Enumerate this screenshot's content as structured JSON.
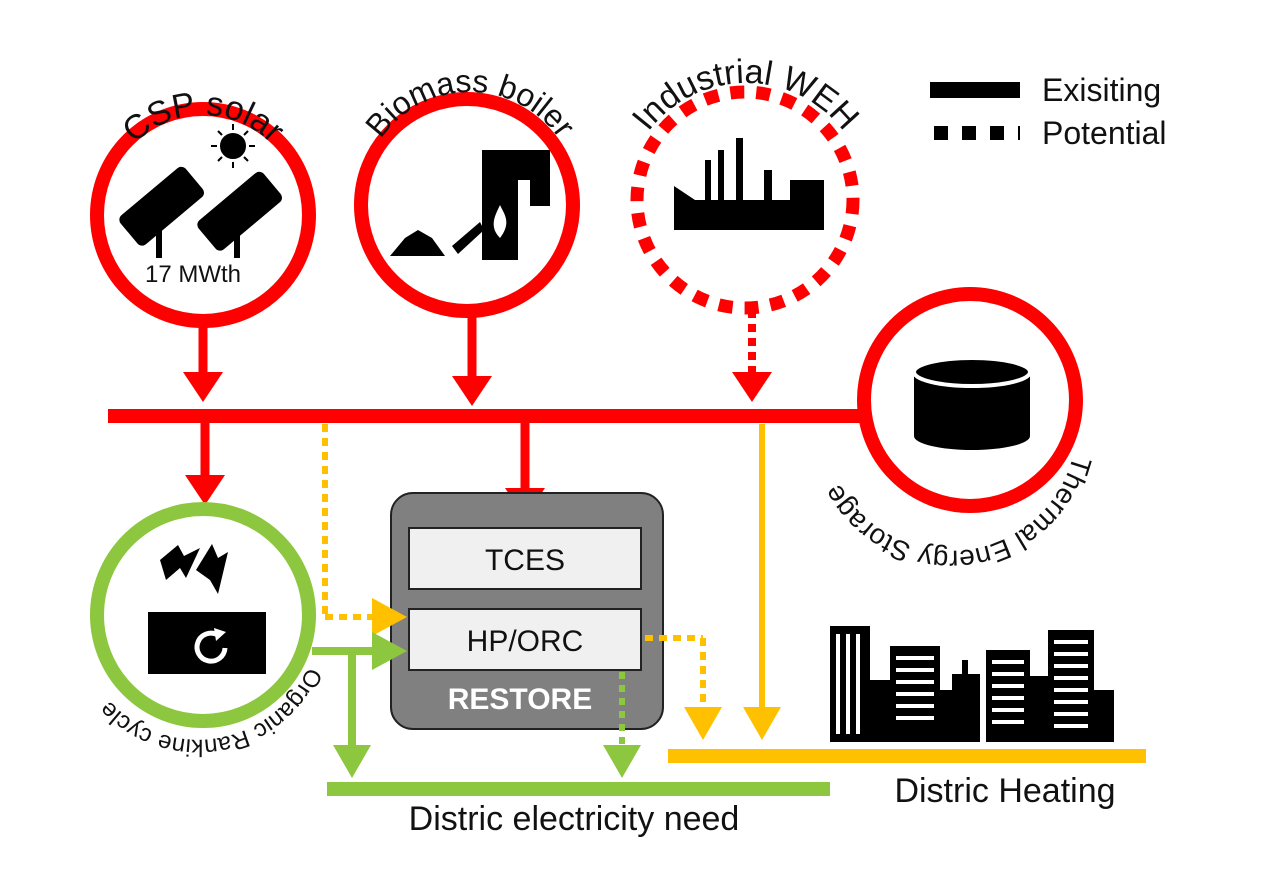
{
  "sources": {
    "csp": {
      "label": "CSP solar",
      "capacity": "17 MWth"
    },
    "biomass": {
      "label": "Biomass boiler"
    },
    "industrial": {
      "label": "Industrial WEH"
    }
  },
  "storage": {
    "label": "Thermal Energy Storage"
  },
  "orc": {
    "label": "Organic Rankine cycle"
  },
  "restore": {
    "name": "RESTORE",
    "tces": "TCES",
    "hp_orc": "HP/ORC"
  },
  "sinks": {
    "electricity": "Distric electricity need",
    "heating": "Distric Heating"
  },
  "legend": {
    "existing": "Exisiting",
    "potential": "Potential"
  },
  "colors": {
    "heat_bus": "#ff0000",
    "electricity": "#8dc63f",
    "district_heat": "#ffc000",
    "restore_box": "#808080",
    "restore_inner": "#f0f0f0"
  }
}
